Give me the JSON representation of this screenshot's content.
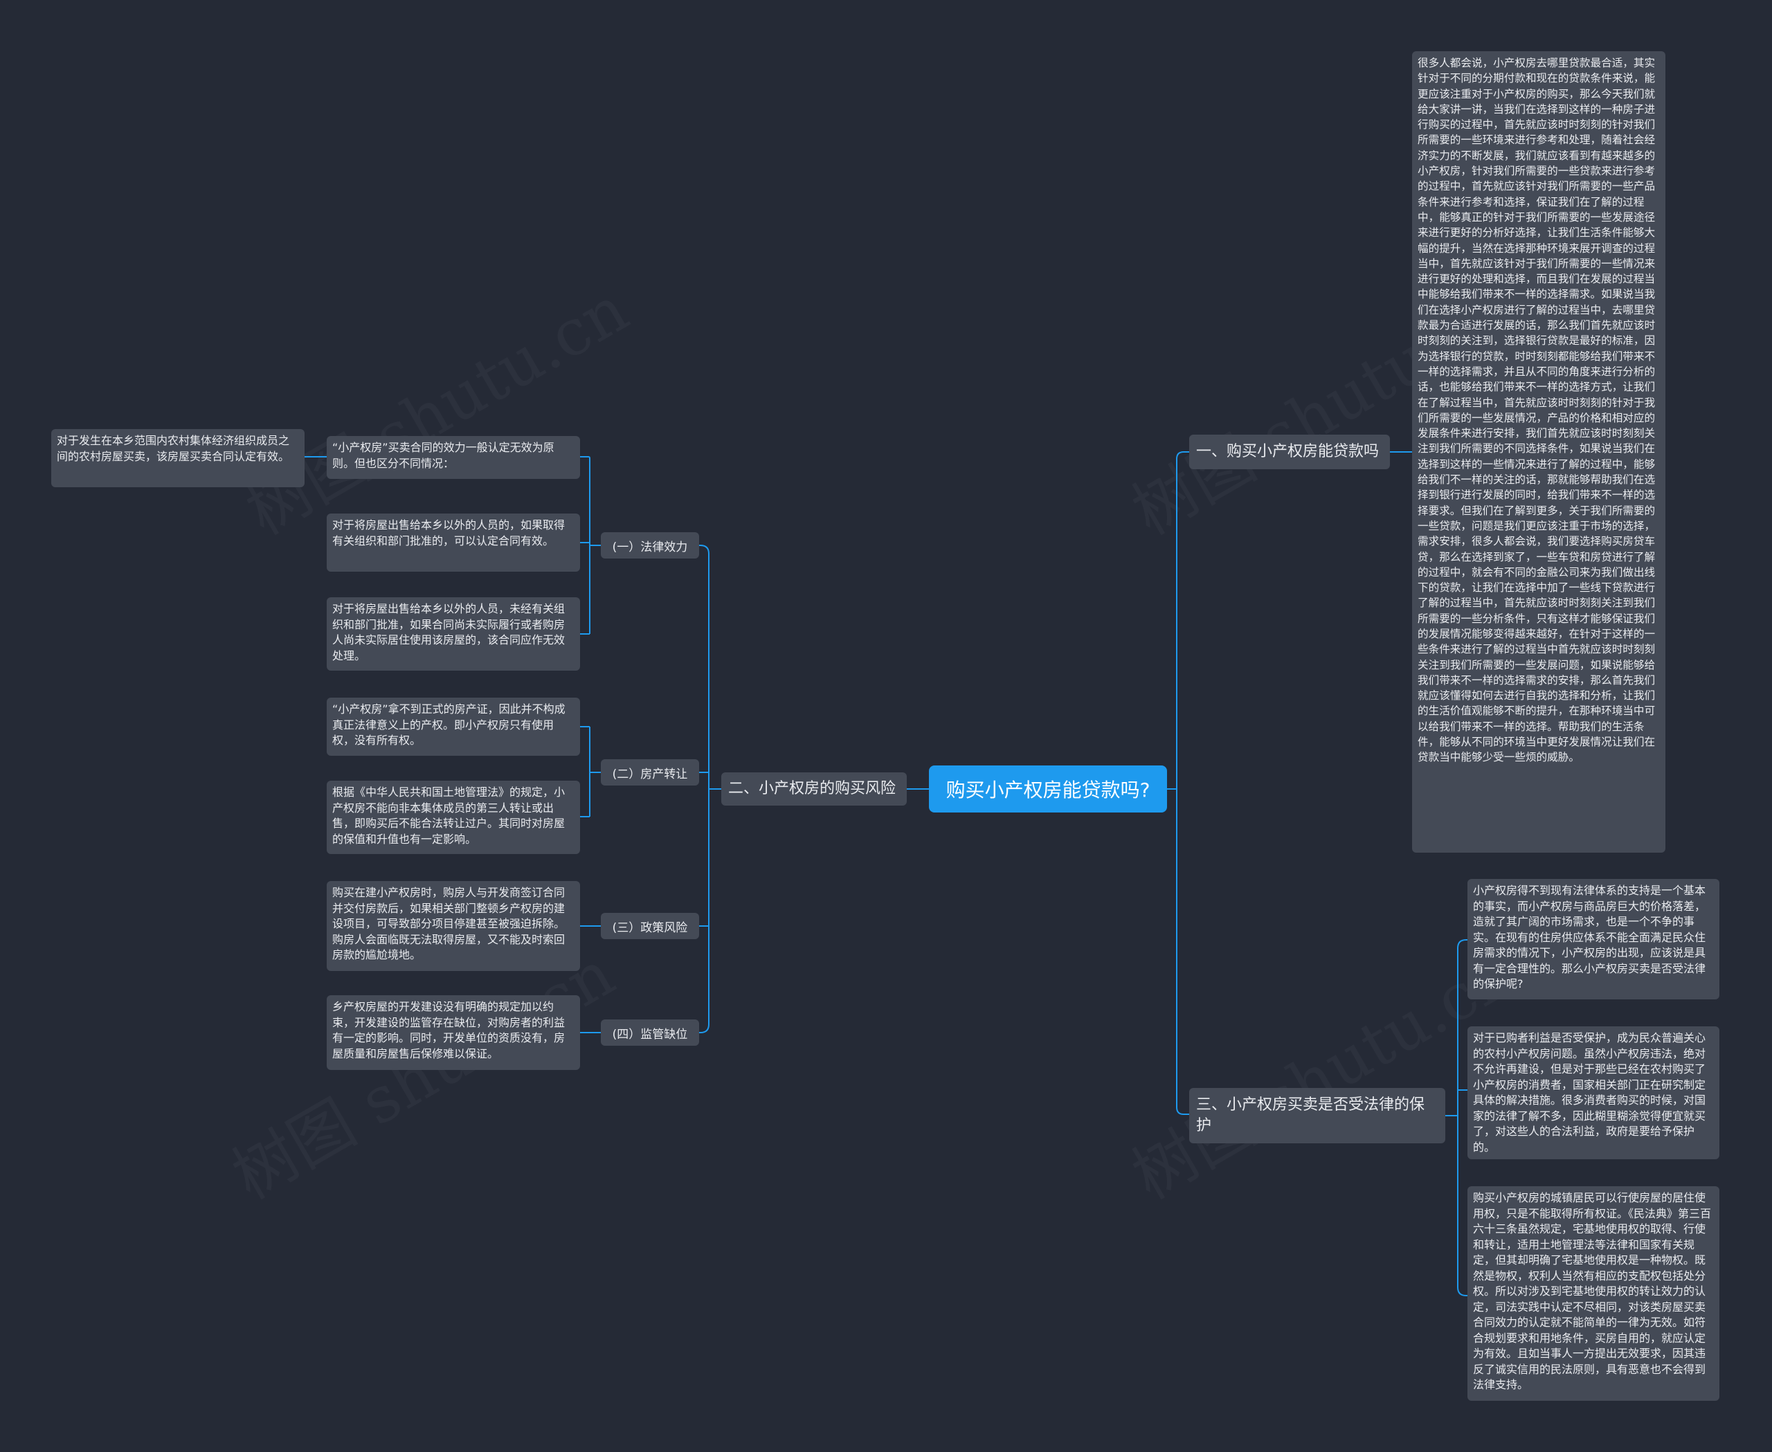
{
  "watermark": "树图 shutu.cn",
  "root": {
    "label": "购买小产权房能贷款吗?"
  },
  "branches": {
    "b1": {
      "label": "一、购买小产权房能贷款吗",
      "text": "很多人都会说，小产权房去哪里贷款最合适，其实针对于不同的分期付款和现在的贷款条件来说，能更应该注重对于小产权房的购买，那么今天我们就给大家讲一讲，当我们在选择到这样的一种房子进行购买的过程中，首先就应该时时刻刻的针对我们所需要的一些环境来进行参考和处理，随着社会经济实力的不断发展，我们就应该看到有越来越多的小产权房，针对我们所需要的一些贷款来进行参考的过程中，首先就应该针对我们所需要的一些产品条件来进行参考和选择，保证我们在了解的过程中，能够真正的针对于我们所需要的一些发展途径来进行更好的分析好选择，让我们生活条件能够大幅的提升，当然在选择那种环境来展开调查的过程当中，首先就应该针对于我们所需要的一些情况来进行更好的处理和选择，而且我们在发展的过程当中能够给我们带来不一样的选择需求。如果说当我们在选择小产权房进行了解的过程当中，去哪里贷款最为合适进行发展的话，那么我们首先就应该时时刻刻的关注到，选择银行贷款是最好的标准，因为选择银行的贷款，时时刻刻都能够给我们带来不一样的选择需求，并且从不同的角度来进行分析的话，也能够给我们带来不一样的选择方式，让我们在了解过程当中，首先就应该时时刻刻的针对于我们所需要的一些发展情况，产品的价格和相对应的发展条件来进行安排，我们首先就应该时时刻刻关注到我们所需要的不同选择条件，如果说当我们在选择到这样的一些情况来进行了解的过程中，能够给我们不一样的关注的话，那就能够帮助我们在选择到银行进行发展的同时，给我们带来不一样的选择要求。但我们在了解到更多，关于我们所需要的一些贷款，问题是我们更应该注重于市场的选择，需求安排，很多人都会说，我们要选择购买房贷车贷，那么在选择到家了，一些车贷和房贷进行了解的过程中，就会有不同的金融公司来为我们做出线下的贷款，让我们在选择中加了一些线下贷款进行了解的过程当中，首先就应该时时刻刻关注到我们所需要的一些分析条件，只有这样才能够保证我们的发展情况能够变得越来越好，在针对于这样的一些条件来进行了解的过程当中首先就应该时时刻刻关注到我们所需要的一些发展问题，如果说能够给我们带来不一样的选择需求的安排，那么首先我们就应该懂得如何去进行自我的选择和分析，让我们的生活价值观能够不断的提升，在那种环境当中可以给我们带来不一样的选择。帮助我们的生活条件，能够从不同的环境当中更好发展情况让我们在贷款当中能够少受一些烦的威胁。"
    },
    "b2": {
      "label": "二、小产权房的购买风险",
      "subs": [
        {
          "label": "(一）法律效力",
          "leaves": [
            "“小产权房”买卖合同的效力一般认定无效为原则。但也区分不同情况：",
            "对于将房屋出售给本乡以外的人员的，如果取得有关组织和部门批准的，可以认定合同有效。",
            "对于将房屋出售给本乡以外的人员，未经有关组织和部门批准，如果合同尚未实际履行或者购房人尚未实际居住使用该房屋的，该合同应作无效处理。"
          ],
          "extra": "对于发生在本乡范围内农村集体经济组织成员之间的农村房屋买卖，该房屋买卖合同认定有效。"
        },
        {
          "label": "(二）房产转让",
          "leaves": [
            "“小产权房”拿不到正式的房产证，因此并不构成真正法律意义上的产权。即小产权房只有使用权，没有所有权。",
            "根据《中华人民共和国土地管理法》的规定，小产权房不能向非本集体成员的第三人转让或出售，即购买后不能合法转让过户。其同时对房屋的保值和升值也有一定影响。"
          ]
        },
        {
          "label": "(三）政策风险",
          "leaves": [
            "购买在建小产权房时，购房人与开发商签订合同并交付房款后，如果相关部门整顿乡产权房的建设项目，可导致部分项目停建甚至被强迫拆除。购房人会面临既无法取得房屋，又不能及时索回房款的尴尬境地。"
          ]
        },
        {
          "label": "(四）监管缺位",
          "leaves": [
            "乡产权房屋的开发建设没有明确的规定加以约束，开发建设的监管存在缺位，对购房者的利益有一定的影响。同时，开发单位的资质没有，房屋质量和房屋售后保修难以保证。"
          ]
        }
      ]
    },
    "b3": {
      "label": "三、小产权房买卖是否受法律的保护",
      "leaves": [
        "小产权房得不到现有法律体系的支持是一个基本的事实，而小产权房与商品房巨大的价格落差，造就了其广阔的市场需求，也是一个不争的事实。在现有的住房供应体系不能全面满足民众住房需求的情况下，小产权房的出现，应该说是具有一定合理性的。那么小产权房买卖是否受法律的保护呢?",
        "对于已购者利益是否受保护，成为民众普遍关心的农村小产权房问题。虽然小产权房违法，绝对不允许再建设，但是对于那些已经在农村购买了小产权房的消费者，国家相关部门正在研究制定具体的解决措施。很多消费者购买的时候，对国家的法律了解不多，因此糊里糊涂觉得便宜就买了，对这些人的合法利益，政府是要给予保护的。",
        "购买小产权房的城镇居民可以行使房屋的居住使用权，只是不能取得所有权证。《民法典》第三百六十三条虽然规定，宅基地使用权的取得、行使和转让，适用土地管理法等法律和国家有关规定，但其却明确了宅基地使用权是一种物权。既然是物权，权利人当然有相应的支配权包括处分权。所以对涉及到宅基地使用权的转让效力的认定，司法实践中认定不尽相同，对该类房屋买卖合同效力的认定就不能简单的一律为无效。如符合规划要求和用地条件，买房自用的，就应认定为有效。且如当事人一方提出无效要求，因其违反了诚实信用的民法原则，具有恶意也不会得到法律支持。"
      ]
    }
  },
  "colors": {
    "background": "#252a36",
    "node": "#444a56",
    "root": "#1e9aee",
    "line": "#1e9aee",
    "text": "#e9ebef"
  }
}
